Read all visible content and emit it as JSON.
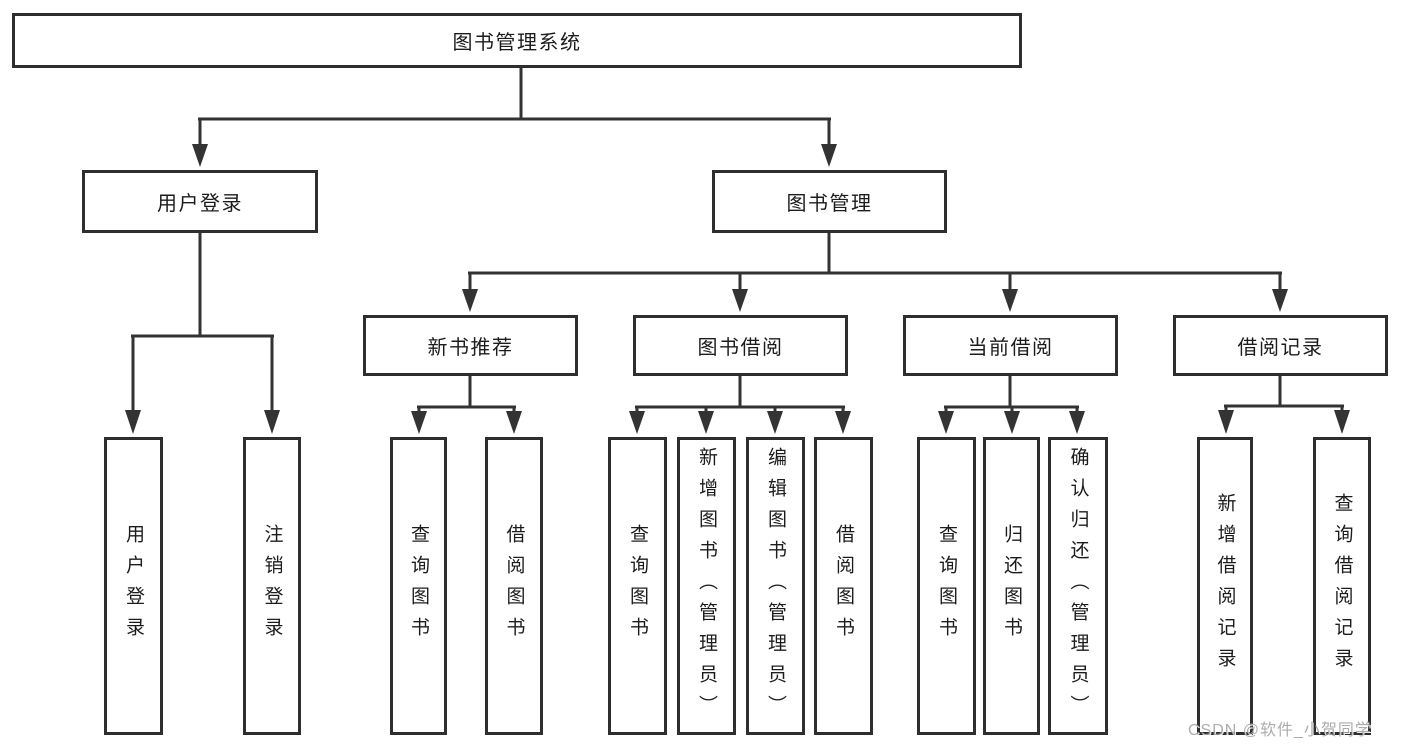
{
  "tree": {
    "root": {
      "label": "图书管理系统"
    },
    "level2": [
      {
        "id": "user-login",
        "label": "用户登录"
      },
      {
        "id": "book-management",
        "label": "图书管理"
      }
    ],
    "level3": [
      {
        "id": "new-book-recommend",
        "label": "新书推荐",
        "parent": "图书管理"
      },
      {
        "id": "book-borrow",
        "label": "图书借阅",
        "parent": "图书管理"
      },
      {
        "id": "current-borrow",
        "label": "当前借阅",
        "parent": "图书管理"
      },
      {
        "id": "borrow-records",
        "label": "借阅记录",
        "parent": "图书管理"
      }
    ],
    "leaves": [
      {
        "label": "用户登录",
        "parent": "用户登录"
      },
      {
        "label": "注销登录",
        "parent": "用户登录"
      },
      {
        "label": "查询图书",
        "parent": "新书推荐"
      },
      {
        "label": "借阅图书",
        "parent": "新书推荐"
      },
      {
        "label": "查询图书",
        "parent": "图书借阅"
      },
      {
        "label": "新增图书（管理员）",
        "parent": "图书借阅"
      },
      {
        "label": "编辑图书（管理员）",
        "parent": "图书借阅"
      },
      {
        "label": "借阅图书",
        "parent": "图书借阅"
      },
      {
        "label": "查询图书",
        "parent": "当前借阅"
      },
      {
        "label": "归还图书",
        "parent": "当前借阅"
      },
      {
        "label": "确认归还（管理员）",
        "parent": "当前借阅"
      },
      {
        "label": "新增借阅记录",
        "parent": "借阅记录"
      },
      {
        "label": "查询借阅记录",
        "parent": "借阅记录"
      }
    ]
  },
  "watermark": "CSDN @软件_小贺同学",
  "colors": {
    "line": "#333333",
    "box_border": "#2e2e2e",
    "text": "#1c1c1c",
    "watermark": "#9e9e9e",
    "background": "#ffffff"
  }
}
